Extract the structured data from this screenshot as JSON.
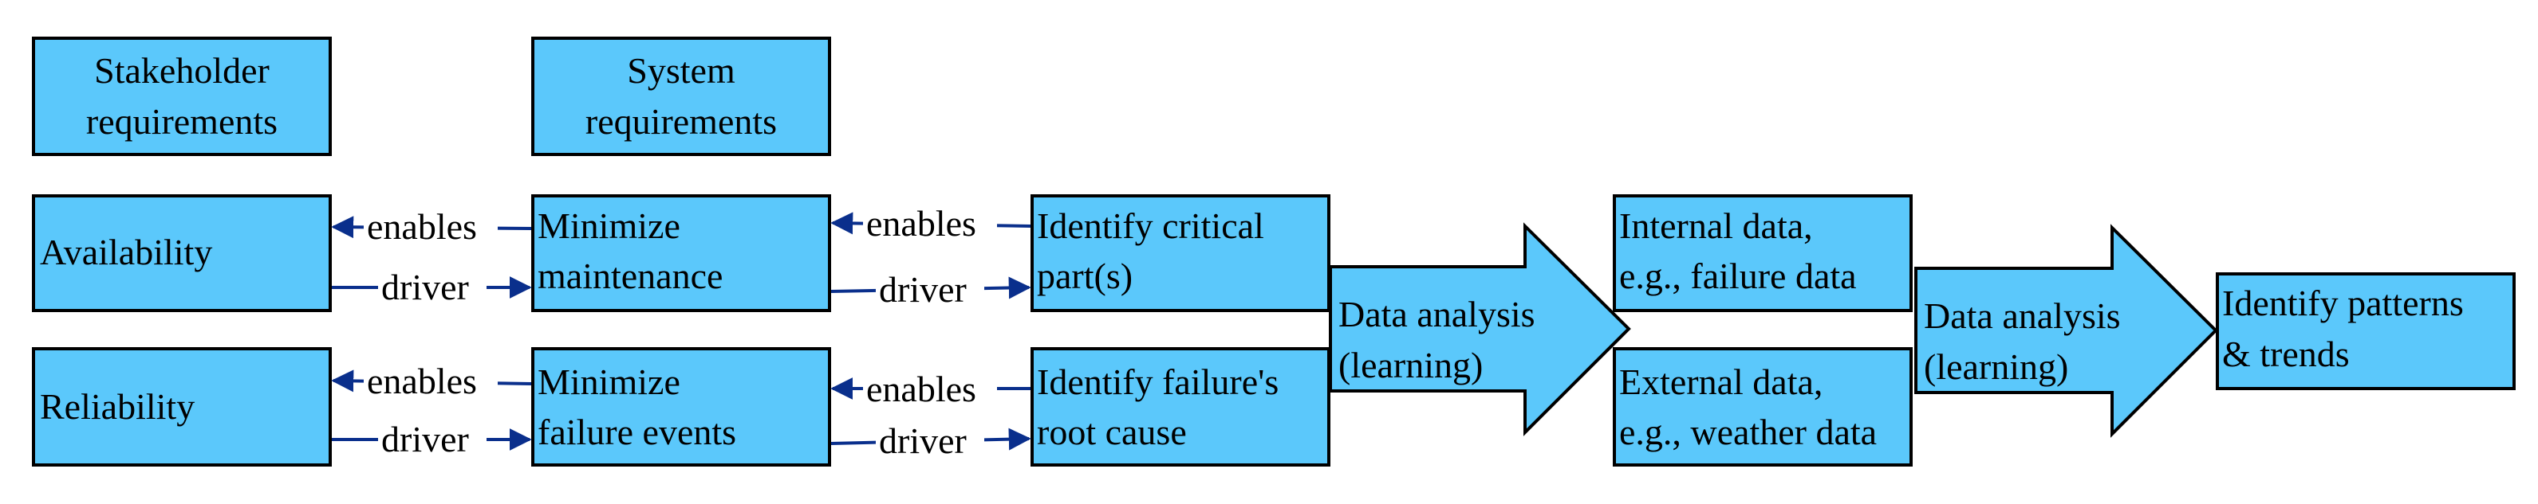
{
  "headers": {
    "stakeholder": [
      "Stakeholder",
      "requirements"
    ],
    "system": [
      "System",
      "requirements"
    ]
  },
  "nodes": {
    "availability": [
      "Availability"
    ],
    "reliability": [
      "Reliability"
    ],
    "minimize_maintenance": [
      "Minimize",
      "maintenance"
    ],
    "minimize_failure_events": [
      "Minimize",
      "failure events"
    ],
    "identify_critical_parts": [
      "Identify critical",
      "part(s)"
    ],
    "identify_root_cause": [
      "Identify failure's",
      "root cause"
    ],
    "internal_data": [
      "Internal data,",
      "e.g., failure data"
    ],
    "external_data": [
      "External data,",
      "e.g., weather data"
    ],
    "patterns_trends": [
      "Identify patterns",
      "& trends"
    ]
  },
  "big_arrows": {
    "analysis_1": [
      "Data analysis",
      "(learning)"
    ],
    "analysis_2": [
      "Data analysis",
      "(learning)"
    ]
  },
  "edge_labels": {
    "enables": "enables",
    "driver": "driver"
  },
  "colors": {
    "box_fill": "#5bc8fb",
    "connector": "#0a2f8c",
    "outline": "#000000"
  }
}
